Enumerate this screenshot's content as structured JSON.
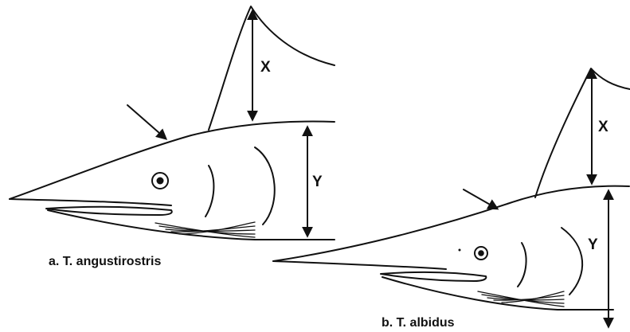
{
  "figure": {
    "fish_a": {
      "caption": "a. T. angustirostris",
      "dimension_x": "X",
      "dimension_y": "Y"
    },
    "fish_b": {
      "caption": "b. T. albidus",
      "dimension_x": "X",
      "dimension_y": "Y"
    }
  }
}
